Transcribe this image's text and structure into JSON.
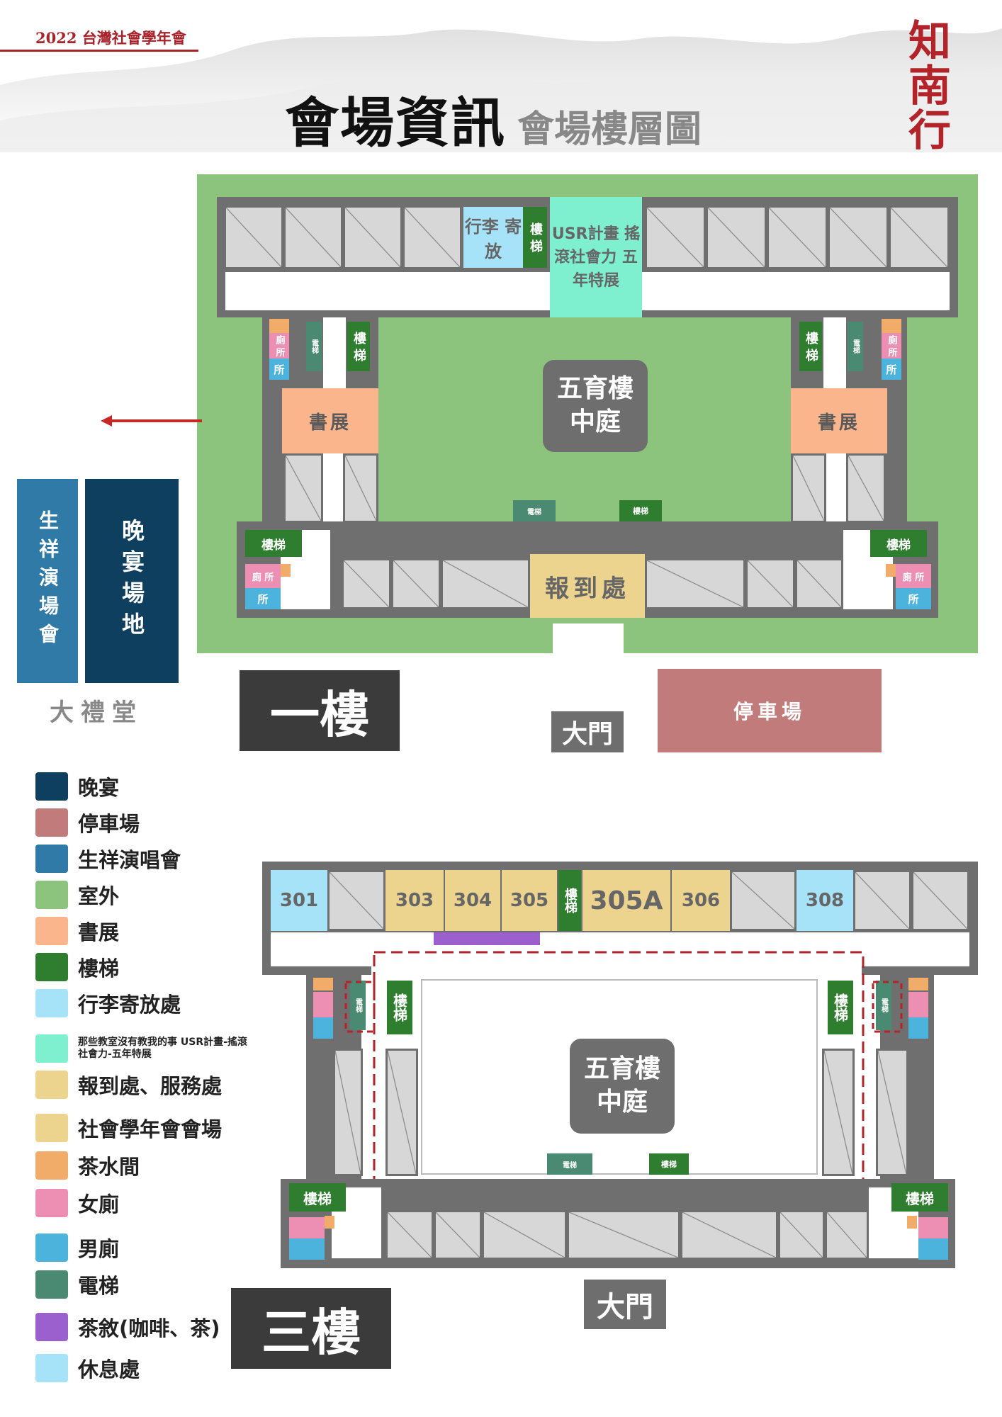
{
  "header": {
    "conference": "2022 台灣社會學年會",
    "title": "會場資訊",
    "subtitle": "會場樓層圖",
    "seal_text": "知南行"
  },
  "floor1": {
    "label": "一樓",
    "luggage": "行李 寄放",
    "usr": "USR計畫 搖滾社會力 五年特展",
    "stair": "樓 梯",
    "stair_h": "樓梯",
    "elevator": "電梯",
    "women": "廁 所",
    "men": "所",
    "book_left": "書展",
    "book_right": "書展",
    "courtyard": "五育樓 中庭",
    "registration": "報到處",
    "auditorium": "大禮堂",
    "concert": "生祥演場會",
    "banquet": "晚宴場地",
    "gate": "大門",
    "parking": "停車場"
  },
  "floor3": {
    "label": "三樓",
    "rooms": [
      "301",
      "303",
      "304",
      "305",
      "305A",
      "306",
      "308"
    ],
    "stair": "樓梯",
    "elevator": "電梯",
    "courtyard": "五育樓 中庭",
    "gate": "大門"
  },
  "legend": [
    {
      "label": "晚宴",
      "color": "#0e3f5f"
    },
    {
      "label": "停車場",
      "color": "#c17b7b"
    },
    {
      "label": "生祥演唱會",
      "color": "#2f7aa6"
    },
    {
      "label": "室外",
      "color": "#8cc47e"
    },
    {
      "label": "書展",
      "color": "#fbb58d"
    },
    {
      "label": "樓梯",
      "color": "#2f7d2f"
    },
    {
      "label": "行李寄放處",
      "color": "#a6e3f8"
    },
    {
      "label": "那些教室沒有教我的事 USR計畫-搖滾社會力-五年特展",
      "color": "#7ef0cf"
    },
    {
      "label": "報到處、服務處",
      "color": "#ecd48f"
    },
    {
      "label": "社會學年會會場",
      "color": "#ecd48f"
    },
    {
      "label": "茶水間",
      "color": "#f1ac6a"
    },
    {
      "label": "女廁",
      "color": "#ec8fb3"
    },
    {
      "label": "男廁",
      "color": "#4cb3dc"
    },
    {
      "label": "電梯",
      "color": "#4b8a72"
    },
    {
      "label": "茶敘(咖啡、茶)",
      "color": "#9b5fce"
    },
    {
      "label": "休息處",
      "color": "#a6e3f8"
    }
  ]
}
